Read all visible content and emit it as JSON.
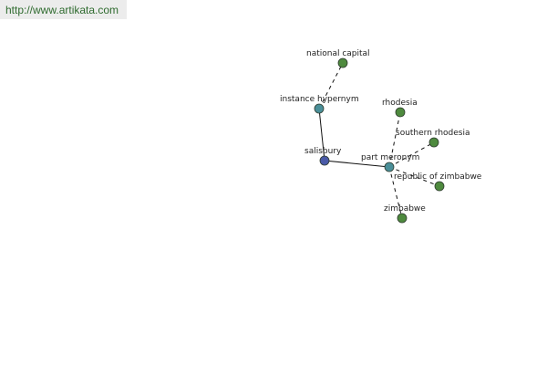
{
  "site": {
    "url": "http://www.artikata.com"
  },
  "colors": {
    "url_bg": "#ececec",
    "url_text": "#2f6b2f",
    "center_node": "#4a5aa8",
    "relation_node": "#4a8f99",
    "leaf_node": "#4e8a3e",
    "node_stroke": "#2e3b2e",
    "edge": "#111111"
  },
  "graph": {
    "nodes": [
      {
        "id": "salisbury",
        "label": "salisbury",
        "kind": "center"
      },
      {
        "id": "instance-hypernym",
        "label": "instance hypernym",
        "kind": "relation"
      },
      {
        "id": "part-meronym",
        "label": "part meronym",
        "kind": "relation"
      },
      {
        "id": "national-capital",
        "label": "national capital",
        "kind": "leaf"
      },
      {
        "id": "rhodesia",
        "label": "rhodesia",
        "kind": "leaf"
      },
      {
        "id": "southern-rhodesia",
        "label": "southern rhodesia",
        "kind": "leaf"
      },
      {
        "id": "republic-of-zimbabwe",
        "label": "republic of zimbabwe",
        "kind": "leaf"
      },
      {
        "id": "zimbabwe",
        "label": "zimbabwe",
        "kind": "leaf"
      }
    ],
    "edges": [
      {
        "from": "salisbury",
        "to": "instance-hypernym",
        "style": "solid"
      },
      {
        "from": "salisbury",
        "to": "part-meronym",
        "style": "solid"
      },
      {
        "from": "instance-hypernym",
        "to": "national-capital",
        "style": "dashed"
      },
      {
        "from": "part-meronym",
        "to": "rhodesia",
        "style": "dashed"
      },
      {
        "from": "part-meronym",
        "to": "southern-rhodesia",
        "style": "dashed"
      },
      {
        "from": "part-meronym",
        "to": "republic-of-zimbabwe",
        "style": "dashed"
      },
      {
        "from": "part-meronym",
        "to": "zimbabwe",
        "style": "dashed"
      }
    ]
  }
}
